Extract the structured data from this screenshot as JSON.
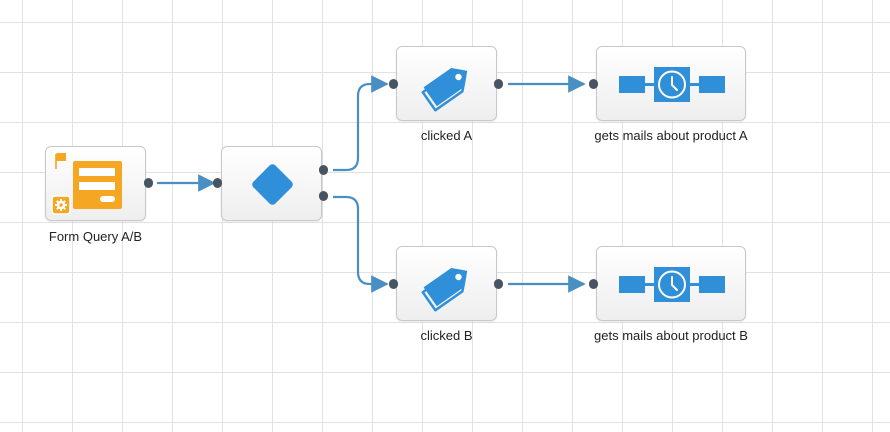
{
  "nodes": {
    "form": {
      "label": "Form Query A/B",
      "icon": "form-icon"
    },
    "condition": {
      "icon": "diamond-icon"
    },
    "tag_a": {
      "label": "clicked A",
      "icon": "tag-icon"
    },
    "tag_b": {
      "label": "clicked B",
      "icon": "tag-icon"
    },
    "delay_a": {
      "label": "gets mails about product A",
      "icon": "delay-clock-icon"
    },
    "delay_b": {
      "label": "gets mails about product B",
      "icon": "delay-clock-icon"
    }
  },
  "colors": {
    "accent": "#2f8fd8",
    "connector": "#4a8fc3",
    "port": "#475563",
    "form_orange": "#f5a623"
  }
}
